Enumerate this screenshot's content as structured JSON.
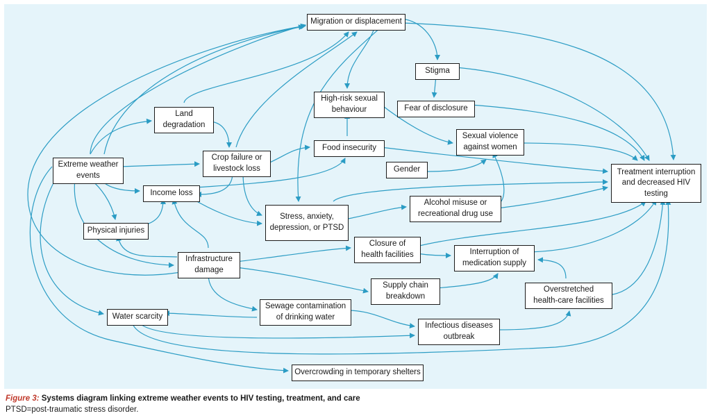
{
  "diagram": {
    "edge_color": "#2b9cc4",
    "background_color": "#e5f4fa",
    "nodes": {
      "migration": "Migration or displacement",
      "stigma": "Stigma",
      "high_risk_sexual": "High-risk sexual\nbehaviour",
      "fear_disclosure": "Fear of disclosure",
      "land_degradation": "Land\ndegradation",
      "sexual_violence": "Sexual violence\nagainst women",
      "food_insecurity": "Food insecurity",
      "crop_failure": "Crop failure or\nlivestock loss",
      "extreme_weather": "Extreme weather\nevents",
      "gender": "Gender",
      "treatment_interruption": "Treatment interruption\nand decreased HIV\ntesting",
      "income_loss": "Income loss",
      "alcohol": "Alcohol misuse or\nrecreational drug use",
      "stress": "Stress, anxiety,\ndepression, or PTSD",
      "physical_injuries": "Physical injuries",
      "closure_health": "Closure of\nhealth facilities",
      "interruption_medication": "Interruption of\nmedication supply",
      "infrastructure": "Infrastructure\ndamage",
      "supply_chain": "Supply chain\nbreakdown",
      "overstretched": "Overstretched\nhealth-care facilities",
      "sewage": "Sewage contamination\nof drinking water",
      "water_scarcity": "Water scarcity",
      "infectious": "Infectious diseases\noutbreak",
      "overcrowding": "Overcrowding in temporary shelters"
    }
  },
  "caption": {
    "label": "Figure 3:",
    "title": "Systems diagram linking extreme weather events to HIV testing, treatment, and care",
    "footnote": "PTSD=post-traumatic stress disorder."
  }
}
